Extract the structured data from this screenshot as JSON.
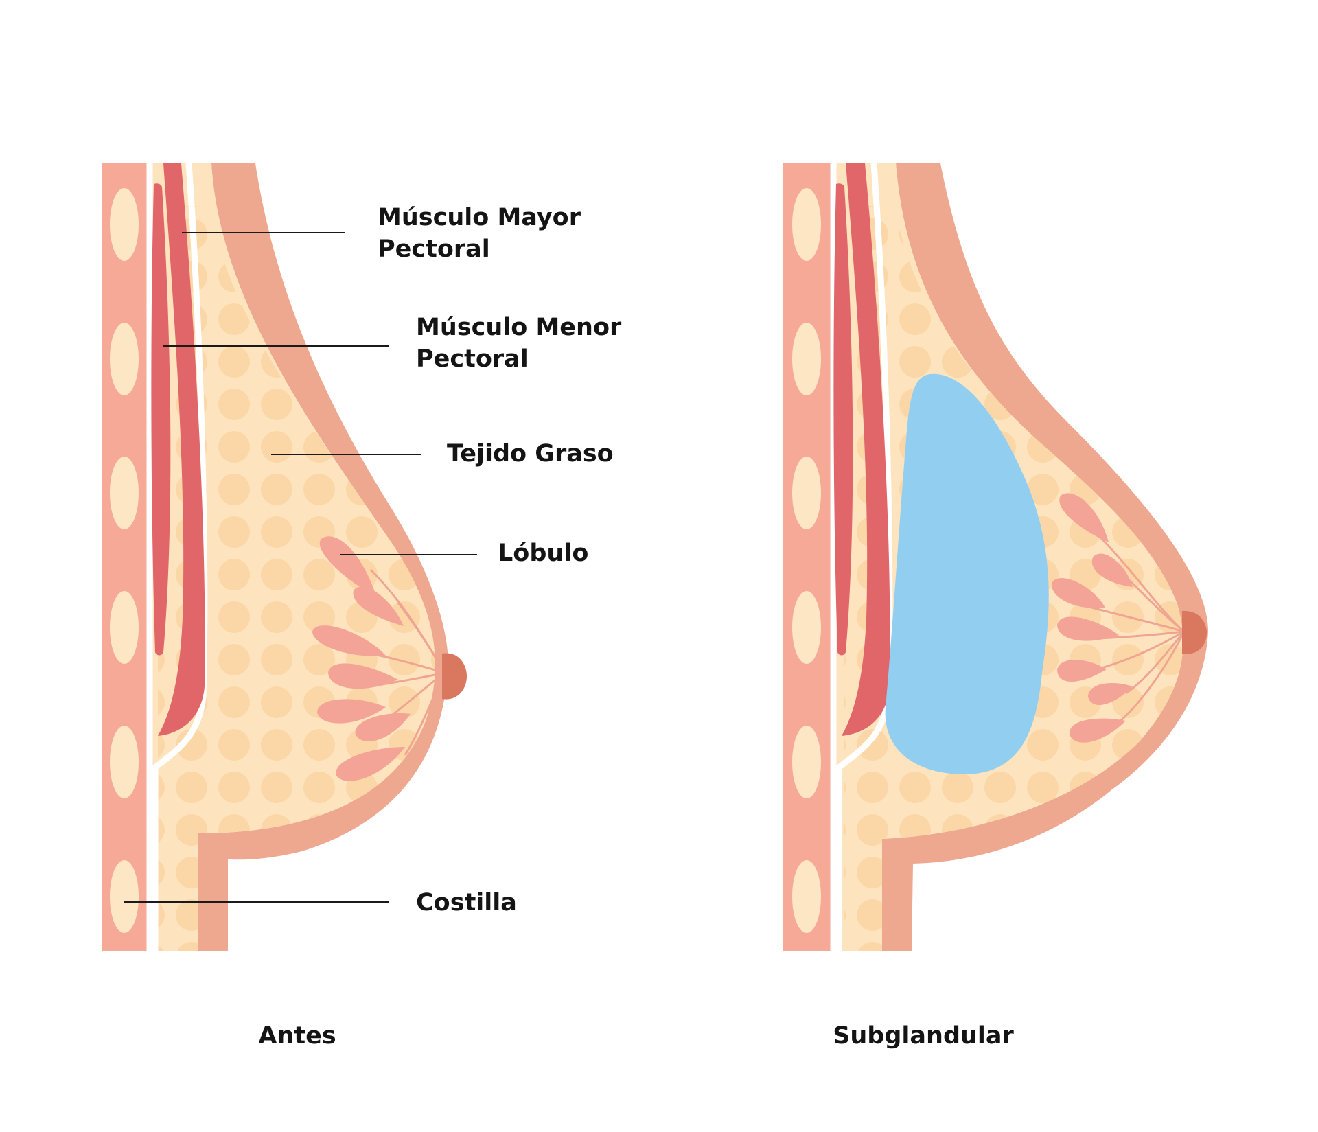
{
  "labels": {
    "pectoralis_major_line1": "Músculo Mayor",
    "pectoralis_major_line2": "Pectoral",
    "pectoralis_minor_line1": "Músculo Menor",
    "pectoralis_minor_line2": "Pectoral",
    "fat_tissue": "Tejido Graso",
    "lobule": "Lóbulo",
    "rib": "Costilla"
  },
  "captions": {
    "before": "Antes",
    "after": "Subglandular"
  },
  "colors": {
    "rib_column": "#F6A996",
    "rib": "#FDE6C4",
    "fat": "#FDE4BE",
    "fat_dots": "#FBD7A8",
    "muscle": "#E1666A",
    "skin": "#EFA890",
    "lobule": "#F4A497",
    "nipple": "#D9785F",
    "implant": "#92CEF0"
  }
}
